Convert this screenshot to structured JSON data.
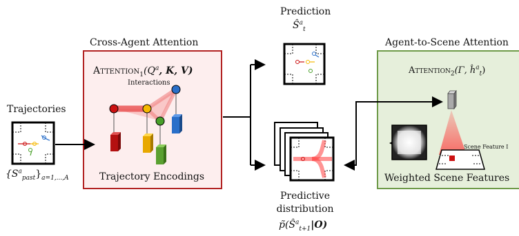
{
  "labels": {
    "cross_agent_title": "Cross-Agent Attention",
    "attention1_prefix": "Attention",
    "attention1_sub": "1",
    "attention1_args": "(Q",
    "attention1_sup": "a",
    "attention1_rest": ", K, V)",
    "interactions": "Interactions",
    "trajectory_encodings": "Trajectory Encodings",
    "trajectories": "Trajectories",
    "past_set": "{S",
    "past_set_sup": "a",
    "past_set_sub": "past",
    "past_set_index": "a=1,...,A",
    "prediction_title": "Prediction",
    "prediction_symbol": "Ŝ",
    "prediction_sub": "t",
    "prediction_sup": "a",
    "predictive_line1": "Predictive",
    "predictive_line2": "distribution",
    "predictive_formula": "p̃(Ŝ",
    "predictive_formula_sub": "t+1",
    "predictive_formula_sup": "a",
    "predictive_formula_rest": "|O)",
    "agent_scene_title": "Agent-to-Scene Attention",
    "attention2_prefix": "Attention",
    "attention2_sub": "2",
    "attention2_args": "(Γ, ĥ",
    "attention2_sub2": "t",
    "attention2_sup": "a",
    "scene_feature": "Scene Feature I",
    "weighted_scene": "Weighted Scene Features"
  },
  "colors": {
    "cross_agent_border": "#b22222",
    "cross_agent_fill": "#fdeeee",
    "agent_scene_border": "#6e9a48",
    "agent_scene_fill": "#e6efdb",
    "agent_red": "#cc1111",
    "agent_yellow": "#f5b800",
    "agent_green": "#49a02a",
    "agent_blue": "#2a6fc9"
  }
}
